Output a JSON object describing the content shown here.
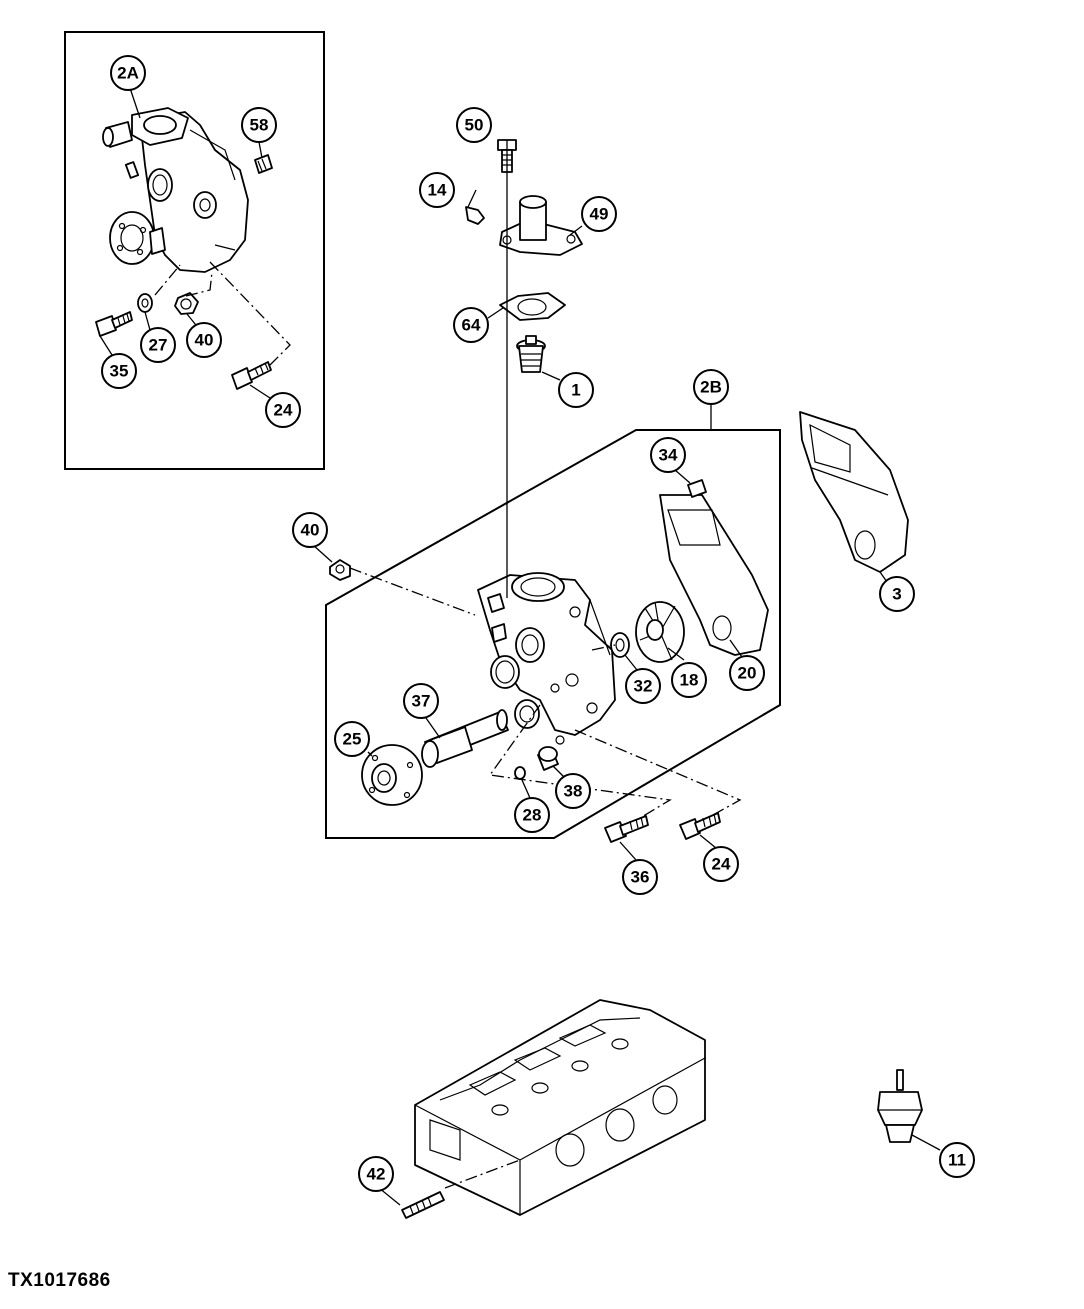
{
  "figure_id": "TX1017686",
  "callouts": {
    "c2A": "2A",
    "c58": "58",
    "c27": "27",
    "c40a": "40",
    "c35": "35",
    "c24a": "24",
    "c50": "50",
    "c14": "14",
    "c49": "49",
    "c64": "64",
    "c1": "1",
    "c2B": "2B",
    "c34": "34",
    "c3": "3",
    "c40b": "40",
    "c32": "32",
    "c18": "18",
    "c20": "20",
    "c37": "37",
    "c25": "25",
    "c38": "38",
    "c28": "28",
    "c36": "36",
    "c24b": "24",
    "c42": "42",
    "c11": "11"
  }
}
